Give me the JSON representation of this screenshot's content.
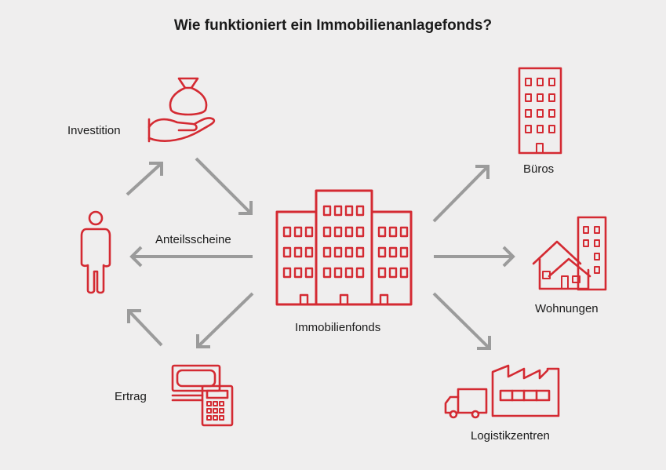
{
  "title": "Wie funktioniert ein Immobilienanlagefonds?",
  "labels": {
    "investition": "Investition",
    "anteilsscheine": "Anteilsscheine",
    "ertrag": "Ertrag",
    "immobilienfonds": "Immobilienfonds",
    "bueros": "Büros",
    "wohnungen": "Wohnungen",
    "logistikzentren": "Logistikzentren"
  },
  "icons": {
    "investition": "money-bag-hand-icon",
    "investor": "person-icon",
    "ertrag": "cash-calculator-icon",
    "fonds": "buildings-icon",
    "bueros": "office-tower-icon",
    "wohnungen": "house-apartment-icon",
    "logistik": "truck-factory-icon"
  },
  "colors": {
    "accent": "#d42a32",
    "arrow": "#9b9b9b",
    "background": "#efeeee",
    "text": "#1a1a1a"
  }
}
